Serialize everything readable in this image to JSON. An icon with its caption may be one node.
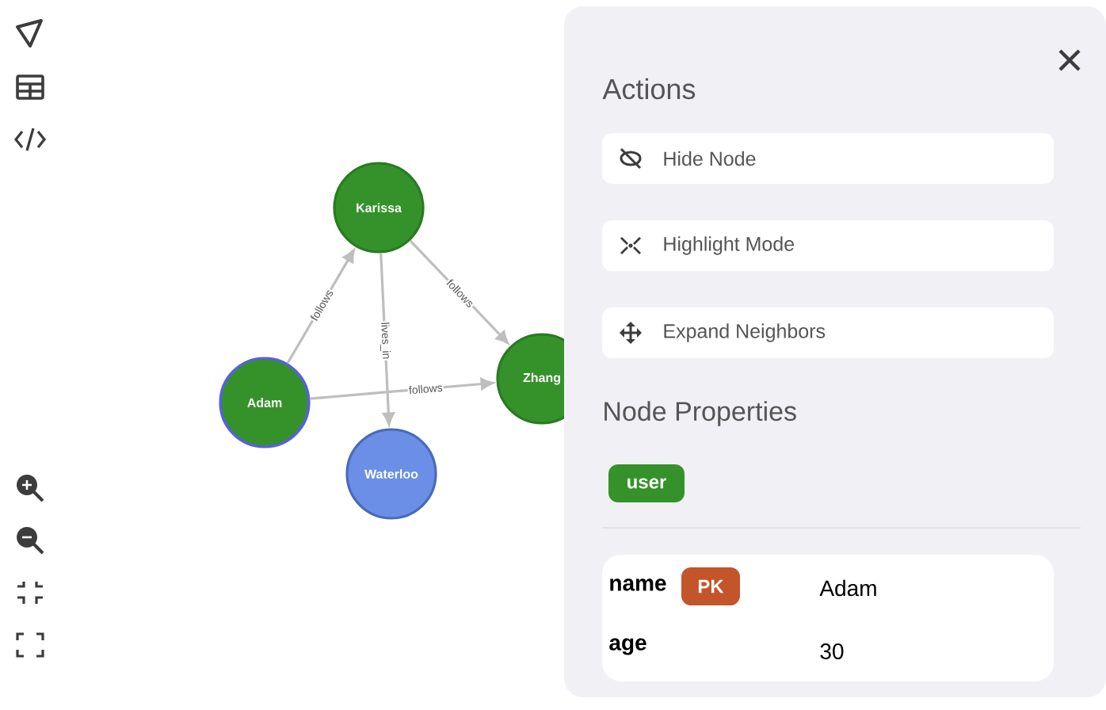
{
  "diagram": {
    "nodes": [
      {
        "text": [
          "Karissa"
        ]
      },
      {
        "text": [
          "Adam"
        ]
      },
      {
        "text": [
          "Zhang"
        ]
      },
      {
        "text": [
          "Waterloo"
        ]
      },
      {
        "text": [
          "Actions",
          "Node Properties"
        ]
      },
      {
        "text": [
          "Hide Node"
        ],
        "in": 4
      },
      {
        "text": [
          "Highlight Mode"
        ],
        "in": 4
      },
      {
        "text": [
          "Expand Neighbors"
        ],
        "in": 4
      },
      {
        "text": [
          "user"
        ],
        "in": 4
      },
      {
        "text": [],
        "shape": "box",
        "in": 4
      },
      {
        "text": [
          "PK"
        ],
        "in": 9
      }
    ],
    "edges": [
      {
        "from": 1,
        "to": 0,
        "arrow": "to",
        "label": "follows"
      },
      {
        "from": 0,
        "to": 2,
        "arrow": "to",
        "label": "follows"
      },
      {
        "from": 0,
        "to": 3,
        "arrow": "to",
        "label": "lives_in"
      },
      {
        "from": 1,
        "to": 2,
        "arrow": "to",
        "label": "follows"
      }
    ],
    "labels": [
      "name",
      "Adam",
      "age",
      "30"
    ]
  }
}
